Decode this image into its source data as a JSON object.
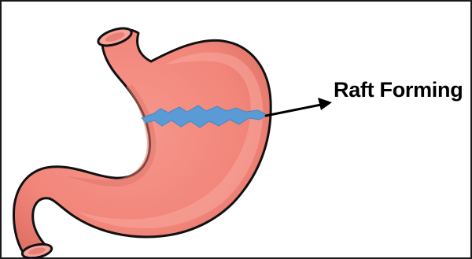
{
  "diagram": {
    "annotation_label": "Raft Forming",
    "colors": {
      "stomach_fill": "#f2857a",
      "stomach_highlight": "#f8a79d",
      "stomach_shadow": "#d9695e",
      "stomach_outline": "#111111",
      "lumen_fill": "#f7a39a",
      "raft_fill": "#5b9bd5",
      "raft_outline": "#4a86bf",
      "arrow": "#000000",
      "frame_border": "#1a1a1a"
    },
    "icons": {
      "stomach": "stomach-illustration",
      "raft": "raft-layer",
      "arrow": "arrow-right"
    }
  }
}
